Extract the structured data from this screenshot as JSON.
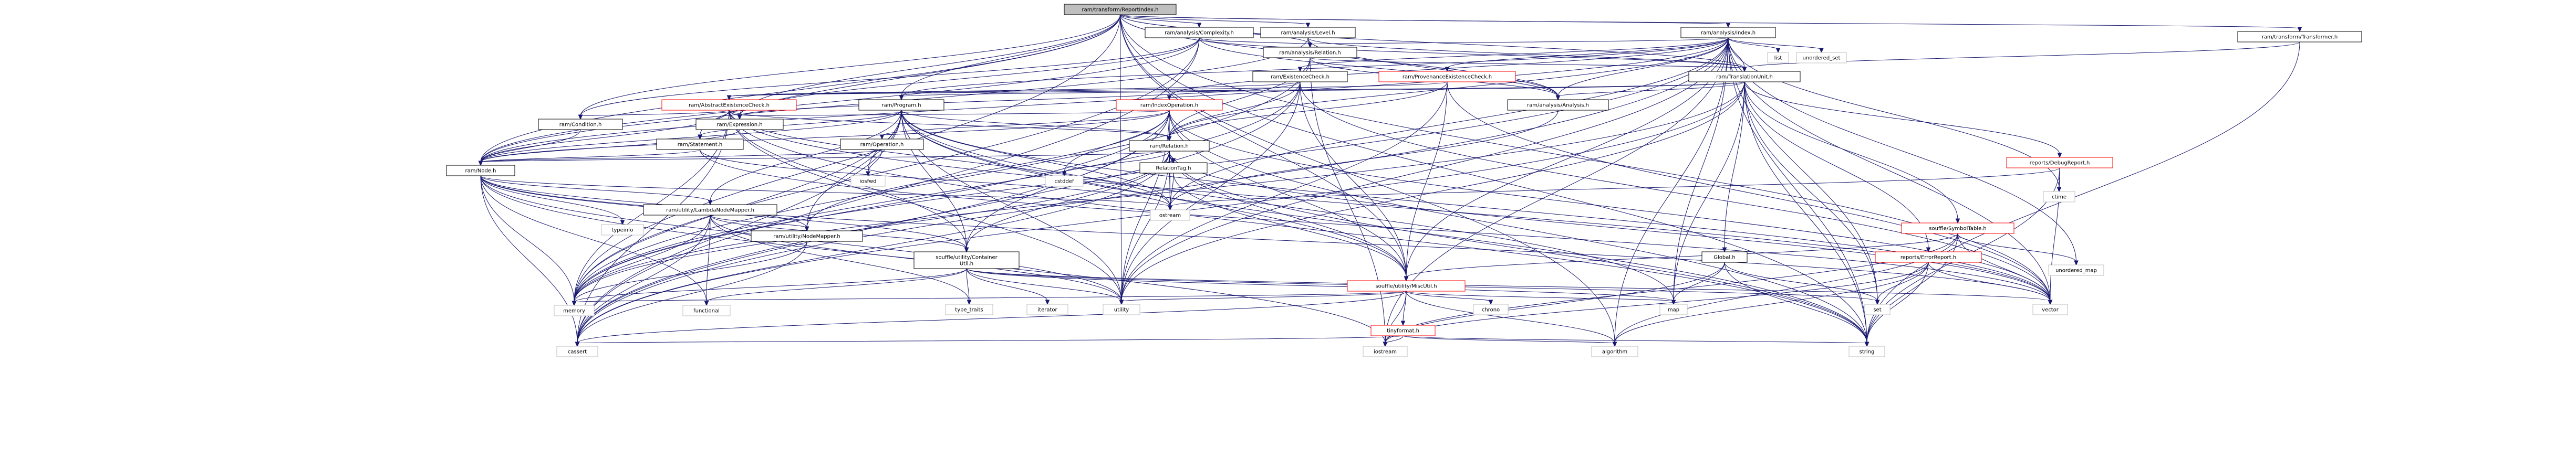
{
  "colors": {
    "root_fill": "#bfbfbf",
    "root_stroke": "#000000",
    "header_fill": "#ffffff",
    "header_stroke": "#000000",
    "truncated_stroke": "#ff0000",
    "system_stroke": "#bfbfbf",
    "edge": "#191970"
  },
  "nodes": {
    "root": "ram/transform/ReportIndex.h",
    "complexity": "ram/analysis/Complexity.h",
    "level": "ram/analysis/Level.h",
    "index": "ram/analysis/Index.h",
    "transformer": "ram/transform/Transformer.h",
    "relationAnalysis": "ram/analysis/Relation.h",
    "list": "list",
    "unordered_set": "unordered_set",
    "existenceCheck": "ram/ExistenceCheck.h",
    "provExistenceCheck": "ram/ProvenanceExistenceCheck.h",
    "translationUnit": "ram/TranslationUnit.h",
    "absExistenceCheck": "ram/AbstractExistenceCheck.h",
    "program": "ram/Program.h",
    "indexOperation": "ram/IndexOperation.h",
    "analysis": "ram/analysis/Analysis.h",
    "condition": "ram/Condition.h",
    "expression": "ram/Expression.h",
    "statement": "ram/Statement.h",
    "operation": "ram/Operation.h",
    "relation": "ram/Relation.h",
    "debugReport": "reports/DebugReport.h",
    "node": "ram/Node.h",
    "relationTag": "RelationTag.h",
    "iosfwd": "iosfwd",
    "cstddef": "cstddef",
    "ctime": "ctime",
    "lambdaNodeMapper": "ram/utility/LambdaNodeMapper.h",
    "typeinfo": "typeinfo",
    "ostream": "ostream",
    "symbolTable": "souffle/SymbolTable.h",
    "nodeMapper": "ram/utility/NodeMapper.h",
    "global": "Global.h",
    "errorReport": "reports/ErrorReport.h",
    "unordered_map": "unordered_map",
    "containerUtil": "souffle/utility/Container\nUtil.h",
    "miscUtil": "souffle/utility/MiscUtil.h",
    "chrono": "chrono",
    "type_traits": "type_traits",
    "iterator": "iterator",
    "map": "map",
    "set": "set",
    "vector": "vector",
    "memory": "memory",
    "functional": "functional",
    "utility": "utility",
    "tinyformat": "tinyformat.h",
    "cassert": "cassert",
    "iostream": "iostream",
    "algorithm": "algorithm",
    "string": "string"
  }
}
